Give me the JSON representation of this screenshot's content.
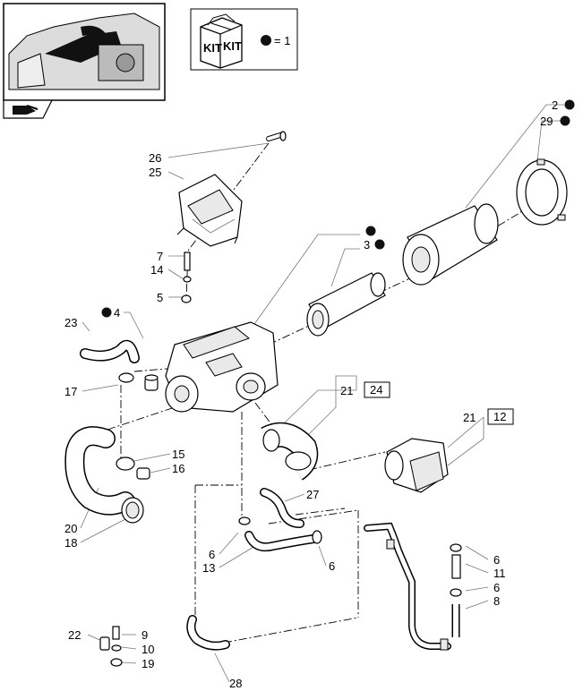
{
  "kit_legend": {
    "kit_word_1": "KIT",
    "kit_word_2": "KIT",
    "equals_text": "= 1"
  },
  "labels": {
    "n2": "2",
    "n29": "29",
    "n26": "26",
    "n25": "25",
    "n3": "3",
    "n7": "7",
    "n14": "14",
    "n5": "5",
    "n4": "4",
    "n23": "23",
    "n17": "17",
    "n21a": "21",
    "n24": "24",
    "n21b": "21",
    "n12": "12",
    "n15": "15",
    "n16": "16",
    "n27": "27",
    "n20": "20",
    "n18": "18",
    "n6a": "6",
    "n13": "13",
    "n6b": "6",
    "n6c": "6",
    "n11": "11",
    "n6d": "6",
    "n8": "8",
    "n22": "22",
    "n9": "9",
    "n10": "10",
    "n19": "19",
    "n28": "28"
  },
  "icons": {
    "thumbnail": "engine-location-thumbnail",
    "nav_arrow": "hand-pointer-icon",
    "kit": "kit-box-icon",
    "bullet": "filled-circle-icon"
  },
  "colors": {
    "line": "#000000",
    "leader": "#777777",
    "fill_light": "#e9e9e9"
  }
}
